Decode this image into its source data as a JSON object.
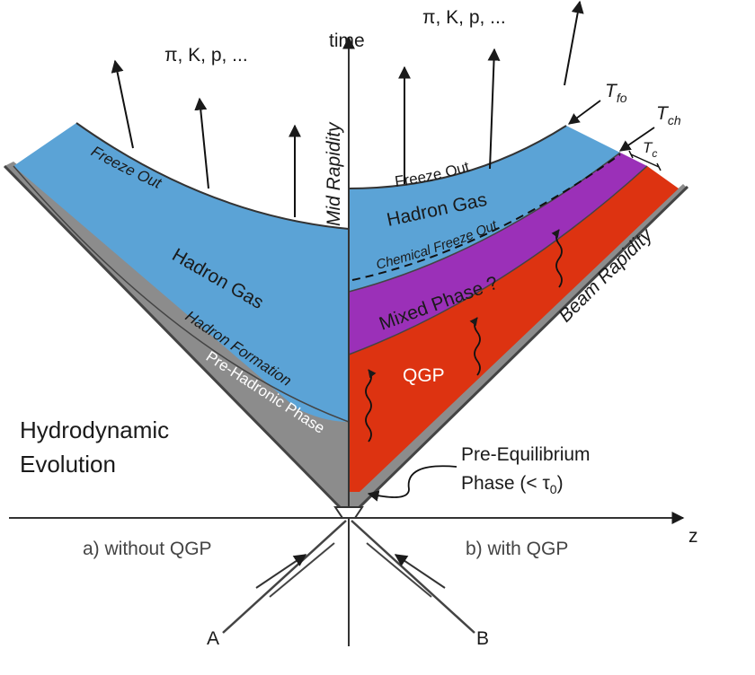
{
  "colors": {
    "hadron_gas": "#5ba3d6",
    "mixed_phase": "#9b30b8",
    "qgp": "#dd3311",
    "pre_hadronic": "#8c8c8c",
    "outline": "#3a3a3a"
  },
  "labels": {
    "time_axis": "time",
    "z_axis": "z",
    "mid_rapidity": "Mid Rapidity",
    "beam_rapidity": "Beam Rapidity",
    "particles_left": "π, K, p, ...",
    "particles_right": "π, K, p, ...",
    "freeze_out_left": "Freeze Out",
    "freeze_out_right": "Freeze Out",
    "hadron_gas_left": "Hadron Gas",
    "hadron_gas_right": "Hadron Gas",
    "hadron_formation": "Hadron Formation",
    "pre_hadronic_phase": "Pre-Hadronic Phase",
    "chemical_freeze_out": "Chemical Freeze Out",
    "mixed_phase": "Mixed Phase ?",
    "qgp": "QGP",
    "t_fo": "T",
    "t_fo_sub": "fo",
    "t_ch": "T",
    "t_ch_sub": "ch",
    "t_c": "T",
    "t_c_sub": "c",
    "hydro_line1": "Hydrodynamic",
    "hydro_line2": "Evolution",
    "pre_eq_line1": "Pre-Equilibrium",
    "pre_eq_line2": "Phase (< τ",
    "pre_eq_sub": "0",
    "pre_eq_close": ")",
    "without_qgp": "a) without QGP",
    "with_qgp": "b) with QGP",
    "nucleus_a": "A",
    "nucleus_b": "B"
  }
}
